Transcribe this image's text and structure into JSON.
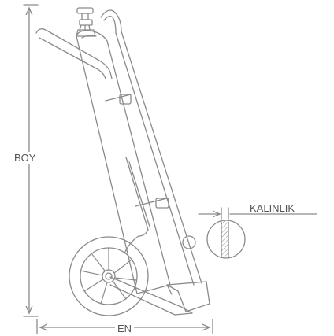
{
  "labels": {
    "height": "BOY",
    "width": "EN",
    "thickness": "KALINLIK"
  },
  "colors": {
    "stroke": "#8a8a8a",
    "dimension": "#8a8a8a",
    "text": "#555555",
    "background": "#ffffff"
  }
}
